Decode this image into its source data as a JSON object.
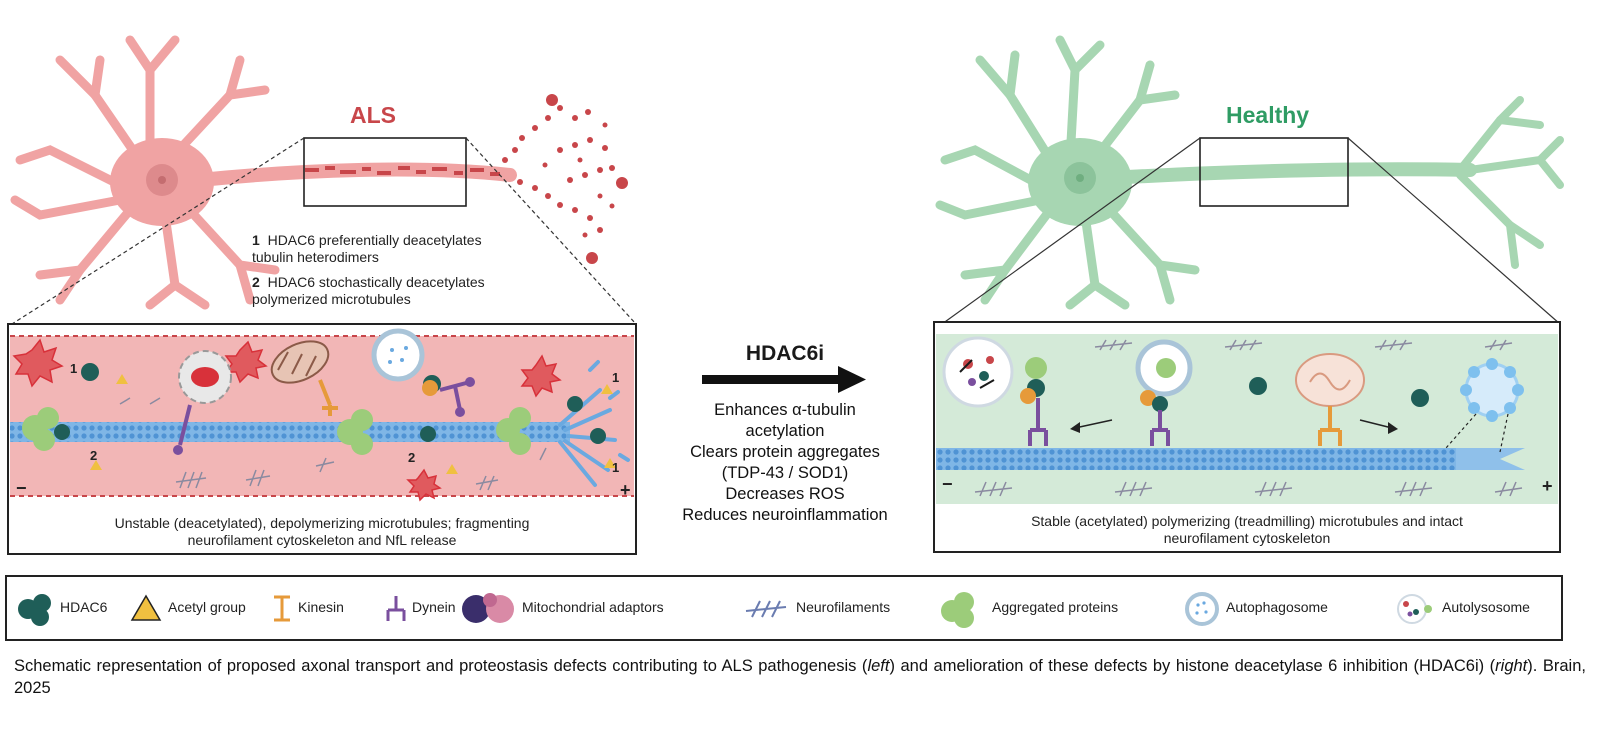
{
  "titles": {
    "als": "ALS",
    "healthy": "Healthy"
  },
  "als_notes": [
    {
      "num": "1",
      "text": "HDAC6 preferentially deacetylates",
      "cont": "tubulin heterodimers"
    },
    {
      "num": "2",
      "text": "HDAC6 stochastically deacetylates",
      "cont": "polymerized microtubules"
    }
  ],
  "als_panel": {
    "caption_line1": "Unstable (deacetylated), depolymerizing microtubules; fragmenting",
    "caption_line2": "neurofilament cytoskeleton and NfL release",
    "minus": "−",
    "plus": "+",
    "markers": [
      "1",
      "2",
      "2",
      "1",
      "1"
    ]
  },
  "healthy_panel": {
    "caption_line1": "Stable (acetylated) polymerizing (treadmilling) microtubules and intact",
    "caption_line2": "neurofilament cytoskeleton",
    "minus": "−",
    "plus": "+"
  },
  "treatment": {
    "label": "HDAC6i",
    "effects": [
      "Enhances α-tubulin",
      "acetylation",
      "Clears protein aggregates",
      "(TDP-43 / SOD1)",
      "Decreases ROS",
      "Reduces neuroinflammation"
    ]
  },
  "legend": [
    {
      "icon": "hdac6-icon",
      "label": "HDAC6"
    },
    {
      "icon": "acetyl-group-icon",
      "label": "Acetyl group"
    },
    {
      "icon": "kinesin-icon",
      "label": "Kinesin"
    },
    {
      "icon": "dynein-icon",
      "label": "Dynein"
    },
    {
      "icon": "mitochondrial-adaptors-icon",
      "label": "Mitochondrial adaptors"
    },
    {
      "icon": "neurofilaments-icon",
      "label": "Neurofilaments"
    },
    {
      "icon": "aggregated-proteins-icon",
      "label": "Aggregated proteins"
    },
    {
      "icon": "autophagosome-icon",
      "label": "Autophagosome"
    },
    {
      "icon": "autolysosome-icon",
      "label": "Autolysosome"
    }
  ],
  "caption": {
    "part1": "Schematic representation of proposed axonal transport and proteostasis defects contributing to ALS pathogenesis (",
    "left": "left",
    "part2": ") and amelioration of these defects by histone deacetylase 6 inhibition (HDAC6i) (",
    "right": "right",
    "part3": "). Brain, 2025"
  },
  "colors": {
    "als_red": "#c8464a",
    "als_neuron": "#f0a3a3",
    "healthy_green": "#2f9c64",
    "healthy_neuron": "#a7d6b2",
    "microtubule": "#6aa9e0",
    "hdac6": "#1f5e58",
    "aggregate": "#9ccc7a",
    "kinesin": "#e69a3a",
    "dynein": "#7a4f9e"
  }
}
